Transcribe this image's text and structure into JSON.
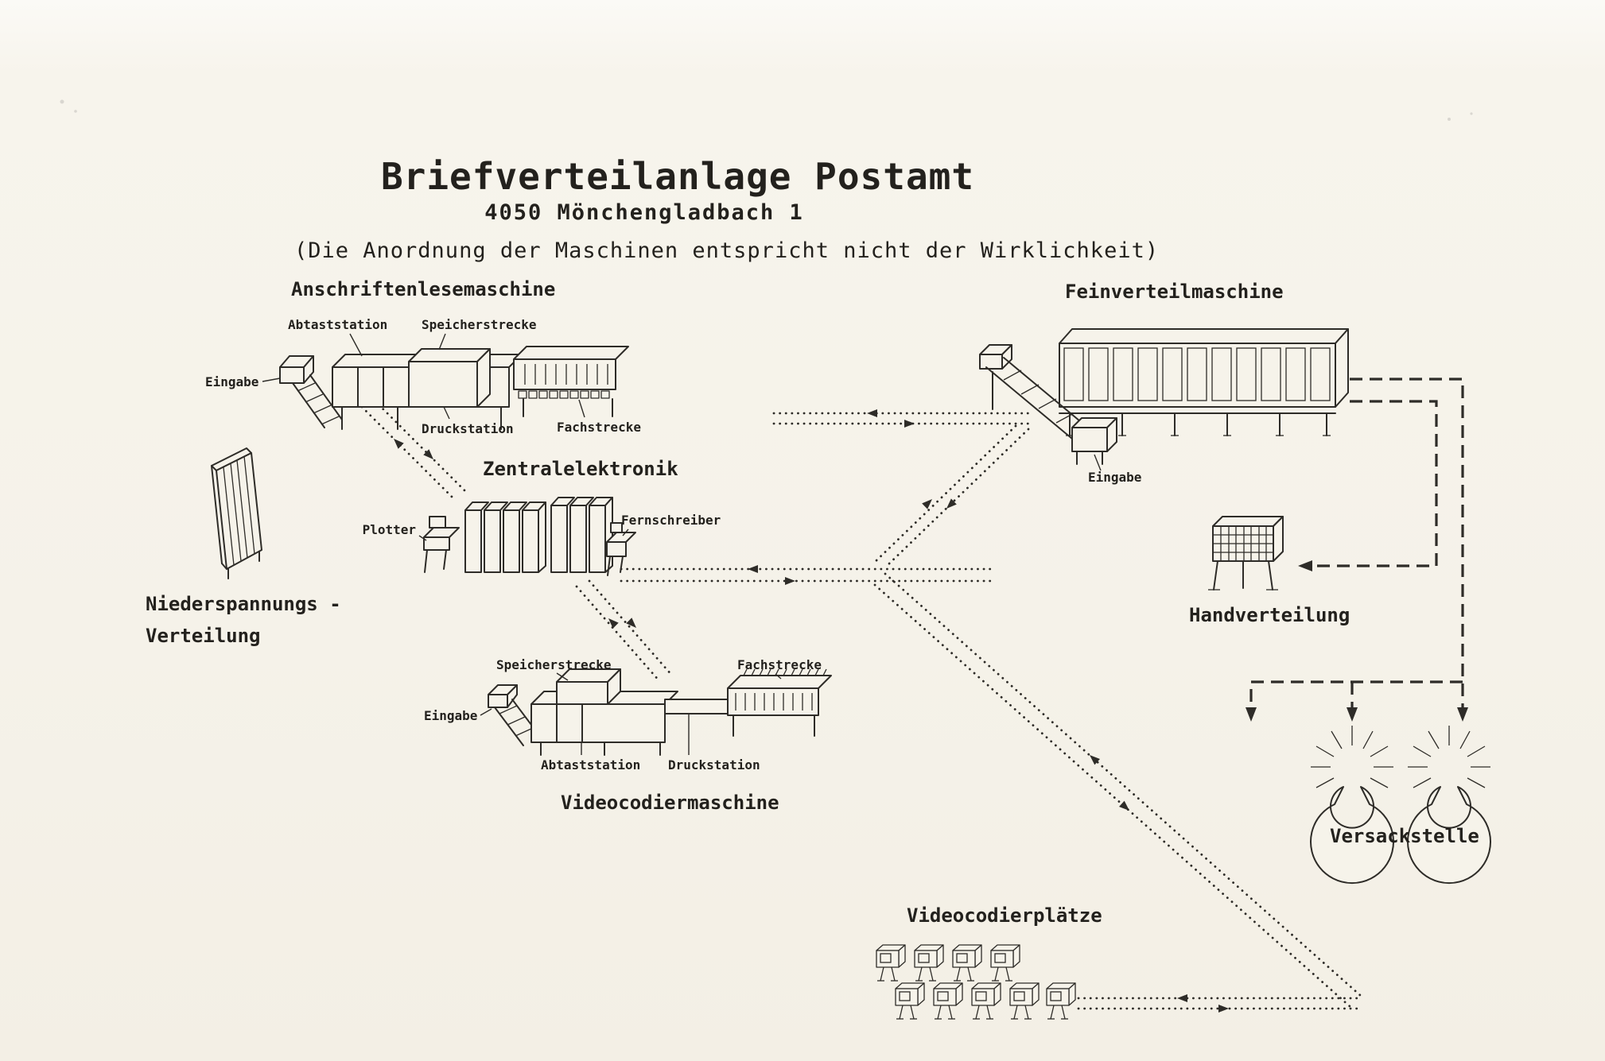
{
  "header": {
    "title": "Briefverteilanlage Postamt",
    "subtitle": "4050 Mönchengladbach 1",
    "note": "(Die Anordnung der Maschinen entspricht nicht der Wirklichkeit)"
  },
  "colors": {
    "ink": "#2e2c28",
    "paper": "#f5f2e9"
  },
  "machines": {
    "alm": {
      "name": "Anschriftenlesemaschine",
      "labels": {
        "abtaststation": "Abtaststation",
        "speicherstrecke": "Speicherstrecke",
        "eingabe": "Eingabe",
        "druckstation": "Druckstation",
        "fachstrecke": "Fachstrecke"
      }
    },
    "fvm": {
      "name": "Feinverteilmaschine",
      "labels": {
        "eingabe": "Eingabe"
      }
    },
    "ze": {
      "name": "Zentralelektronik",
      "labels": {
        "plotter": "Plotter",
        "fernschreiber": "Fernschreiber"
      }
    },
    "nsv": {
      "name_line1": "Niederspannungs -",
      "name_line2": "Verteilung"
    },
    "hv": {
      "name": "Handverteilung"
    },
    "vcm": {
      "name": "Videocodiermaschine",
      "labels": {
        "speicherstrecke": "Speicherstrecke",
        "fachstrecke": "Fachstrecke",
        "eingabe": "Eingabe",
        "abtaststation": "Abtaststation",
        "druckstation": "Druckstation"
      }
    },
    "vs": {
      "name": "Versackstelle"
    },
    "vcp": {
      "name": "Videocodierplätze"
    }
  }
}
